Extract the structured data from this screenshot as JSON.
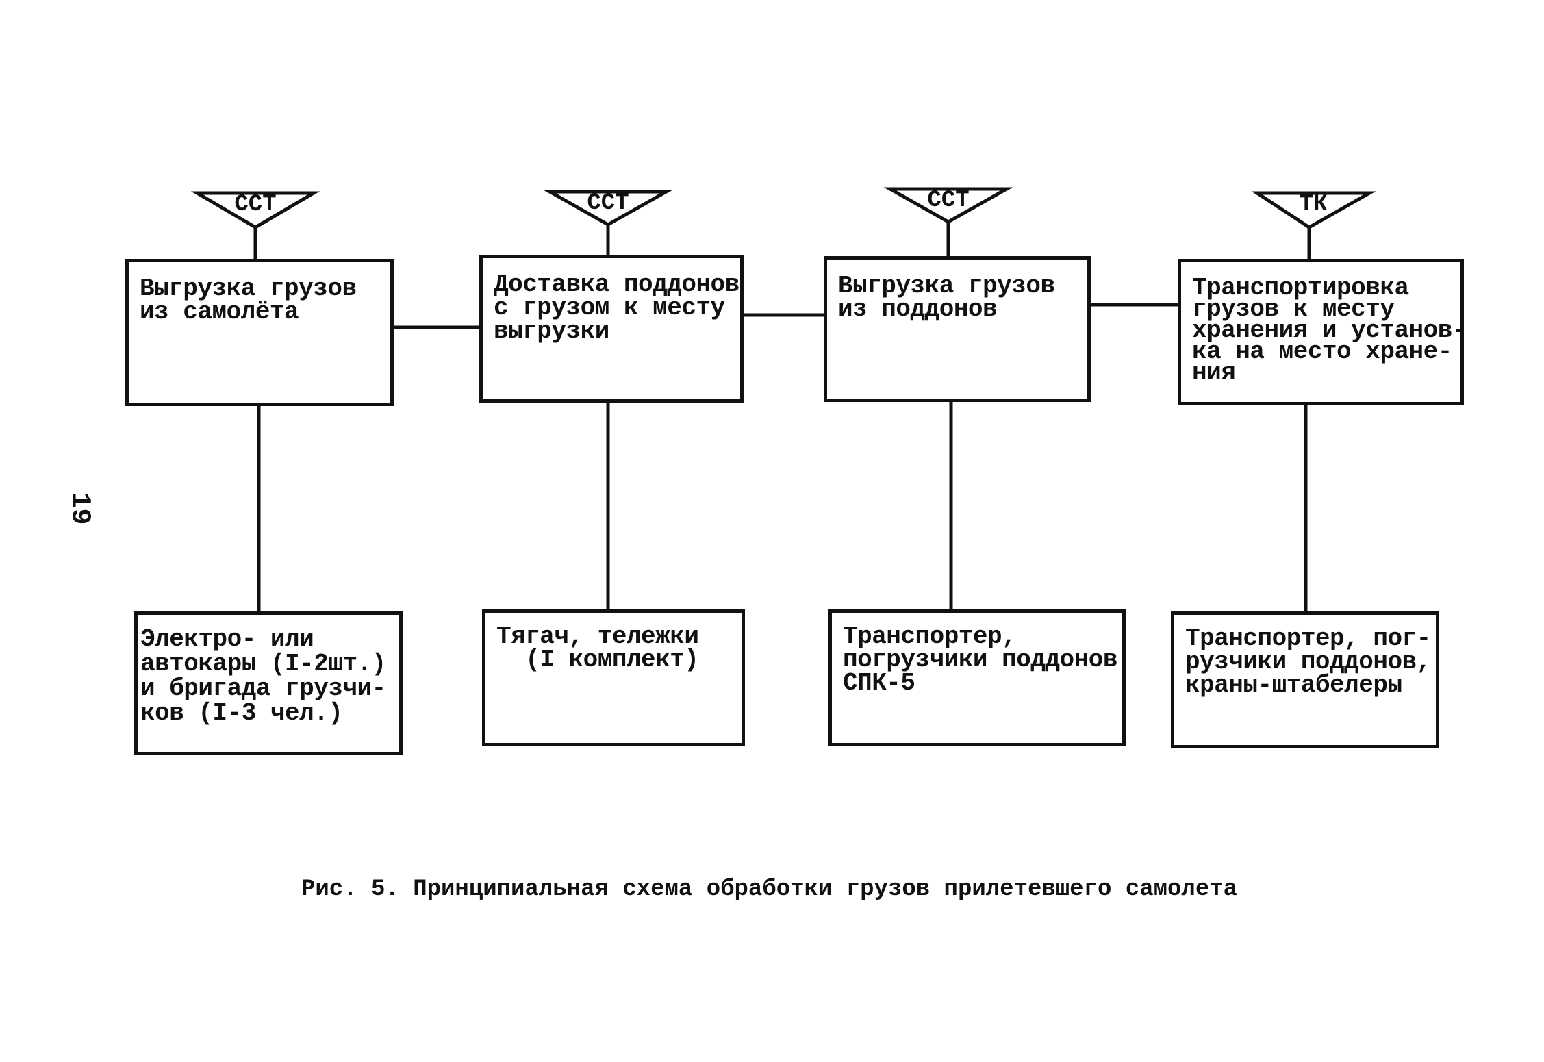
{
  "page_number": "19",
  "caption": "Рис. 5. Принципиальная схема обработки грузов прилетевшего самолета",
  "stages": [
    {
      "marker": "ССТ",
      "operation": "Выгрузка грузов\nиз самолёта",
      "resources": "Электро- или\nавтокары (I-2шт.)\nи бригада грузчи-\nков (I-3 чел.)"
    },
    {
      "marker": "ССТ",
      "operation": "Доставка поддонов\nс грузом к месту\nвыгрузки",
      "resources": "Тягач, тележки\n  (I комплект)"
    },
    {
      "marker": "ССТ",
      "operation": "Выгрузка грузов\nиз поддонов",
      "resources": "Транспортер,\nпогрузчики поддонов\nСПК-5"
    },
    {
      "marker": "ТК",
      "operation": "Транспортировка\nгрузов к месту\nхранения и установ-\nка на место хране-\nния",
      "resources": "Транспортер, пог-\nрузчики поддонов,\nкраны-штабелеры"
    }
  ]
}
